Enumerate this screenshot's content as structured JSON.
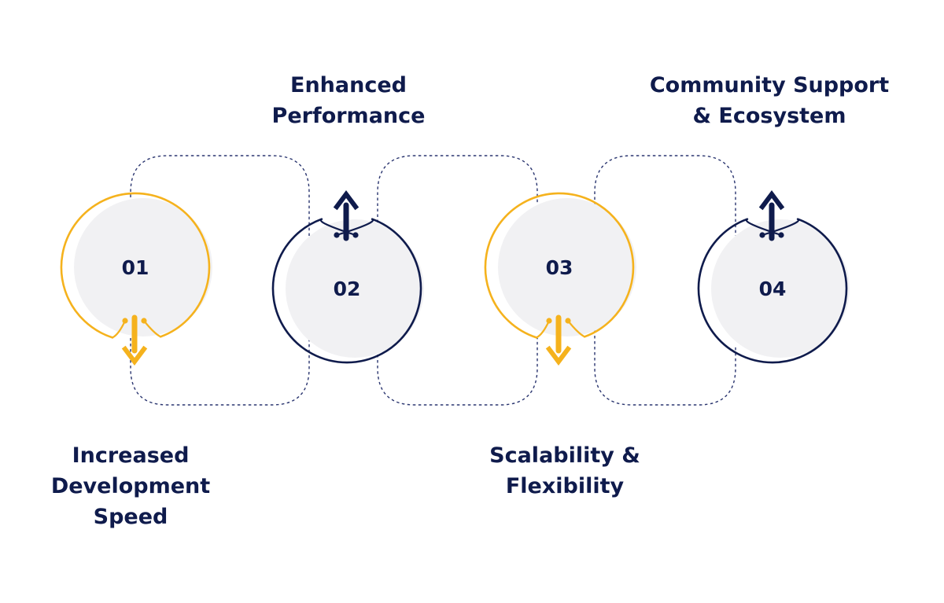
{
  "colors": {
    "navy": "#0f1b4c",
    "gold": "#f5b21d",
    "halo": "#f1f1f3",
    "dash": "#2b3670"
  },
  "steps": [
    {
      "number": "01",
      "title": "Increased\nDevelopment\nSpeed",
      "accent": "gold",
      "arrow": "down"
    },
    {
      "number": "02",
      "title": "Enhanced\nPerformance",
      "accent": "navy",
      "arrow": "up"
    },
    {
      "number": "03",
      "title": "Scalability &\nFlexibility",
      "accent": "gold",
      "arrow": "down"
    },
    {
      "number": "04",
      "title": "Community Support\n& Ecosystem",
      "accent": "navy",
      "arrow": "up"
    }
  ]
}
